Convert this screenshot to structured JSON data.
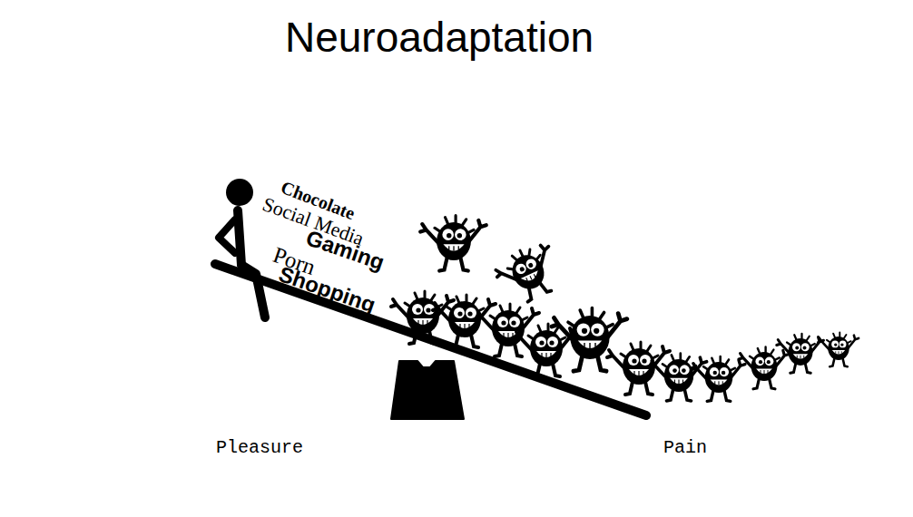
{
  "diagram": {
    "title": "Neuroadaptation",
    "labels": [
      "Chocolate",
      "Social Media",
      "Gaming",
      "Porn",
      "Shopping",
      "Pleasure",
      "Pain"
    ]
  }
}
